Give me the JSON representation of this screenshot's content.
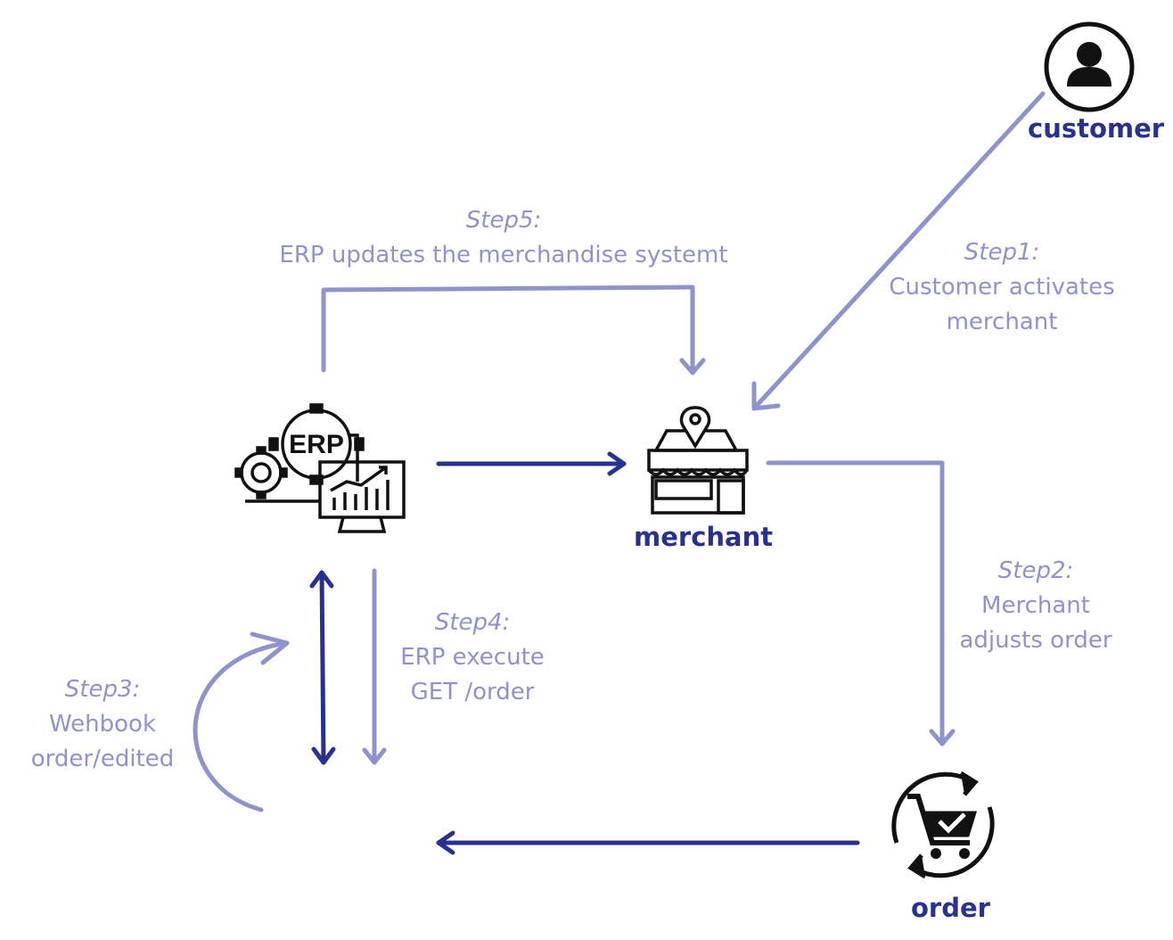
{
  "colors": {
    "light_arrow": "#8f93cd",
    "dark_arrow": "#273190",
    "label_text": "#8f93cd",
    "node_label": "#273190",
    "icon": "#111111"
  },
  "nodes": {
    "customer": {
      "label": "customer",
      "icon": "user-icon"
    },
    "merchant": {
      "label": "merchant",
      "icon": "store-icon"
    },
    "order": {
      "label": "order",
      "icon": "cart-check-icon"
    },
    "erp": {
      "label": "ERP",
      "icon": "erp-gears-monitor-icon"
    }
  },
  "steps": {
    "step1": {
      "title": "Step1:",
      "line1": "Customer activates",
      "line2": "merchant"
    },
    "step2": {
      "title": "Step2:",
      "line1": "Merchant",
      "line2": "adjusts order"
    },
    "step3": {
      "title": "Step3:",
      "line1": "Wehbook",
      "line2": "order/edited"
    },
    "step4": {
      "title": "Step4:",
      "line1": "ERP execute",
      "line2": "GET /order"
    },
    "step5": {
      "title": "Step5:",
      "line1": "ERP updates the merchandise systemt"
    }
  }
}
